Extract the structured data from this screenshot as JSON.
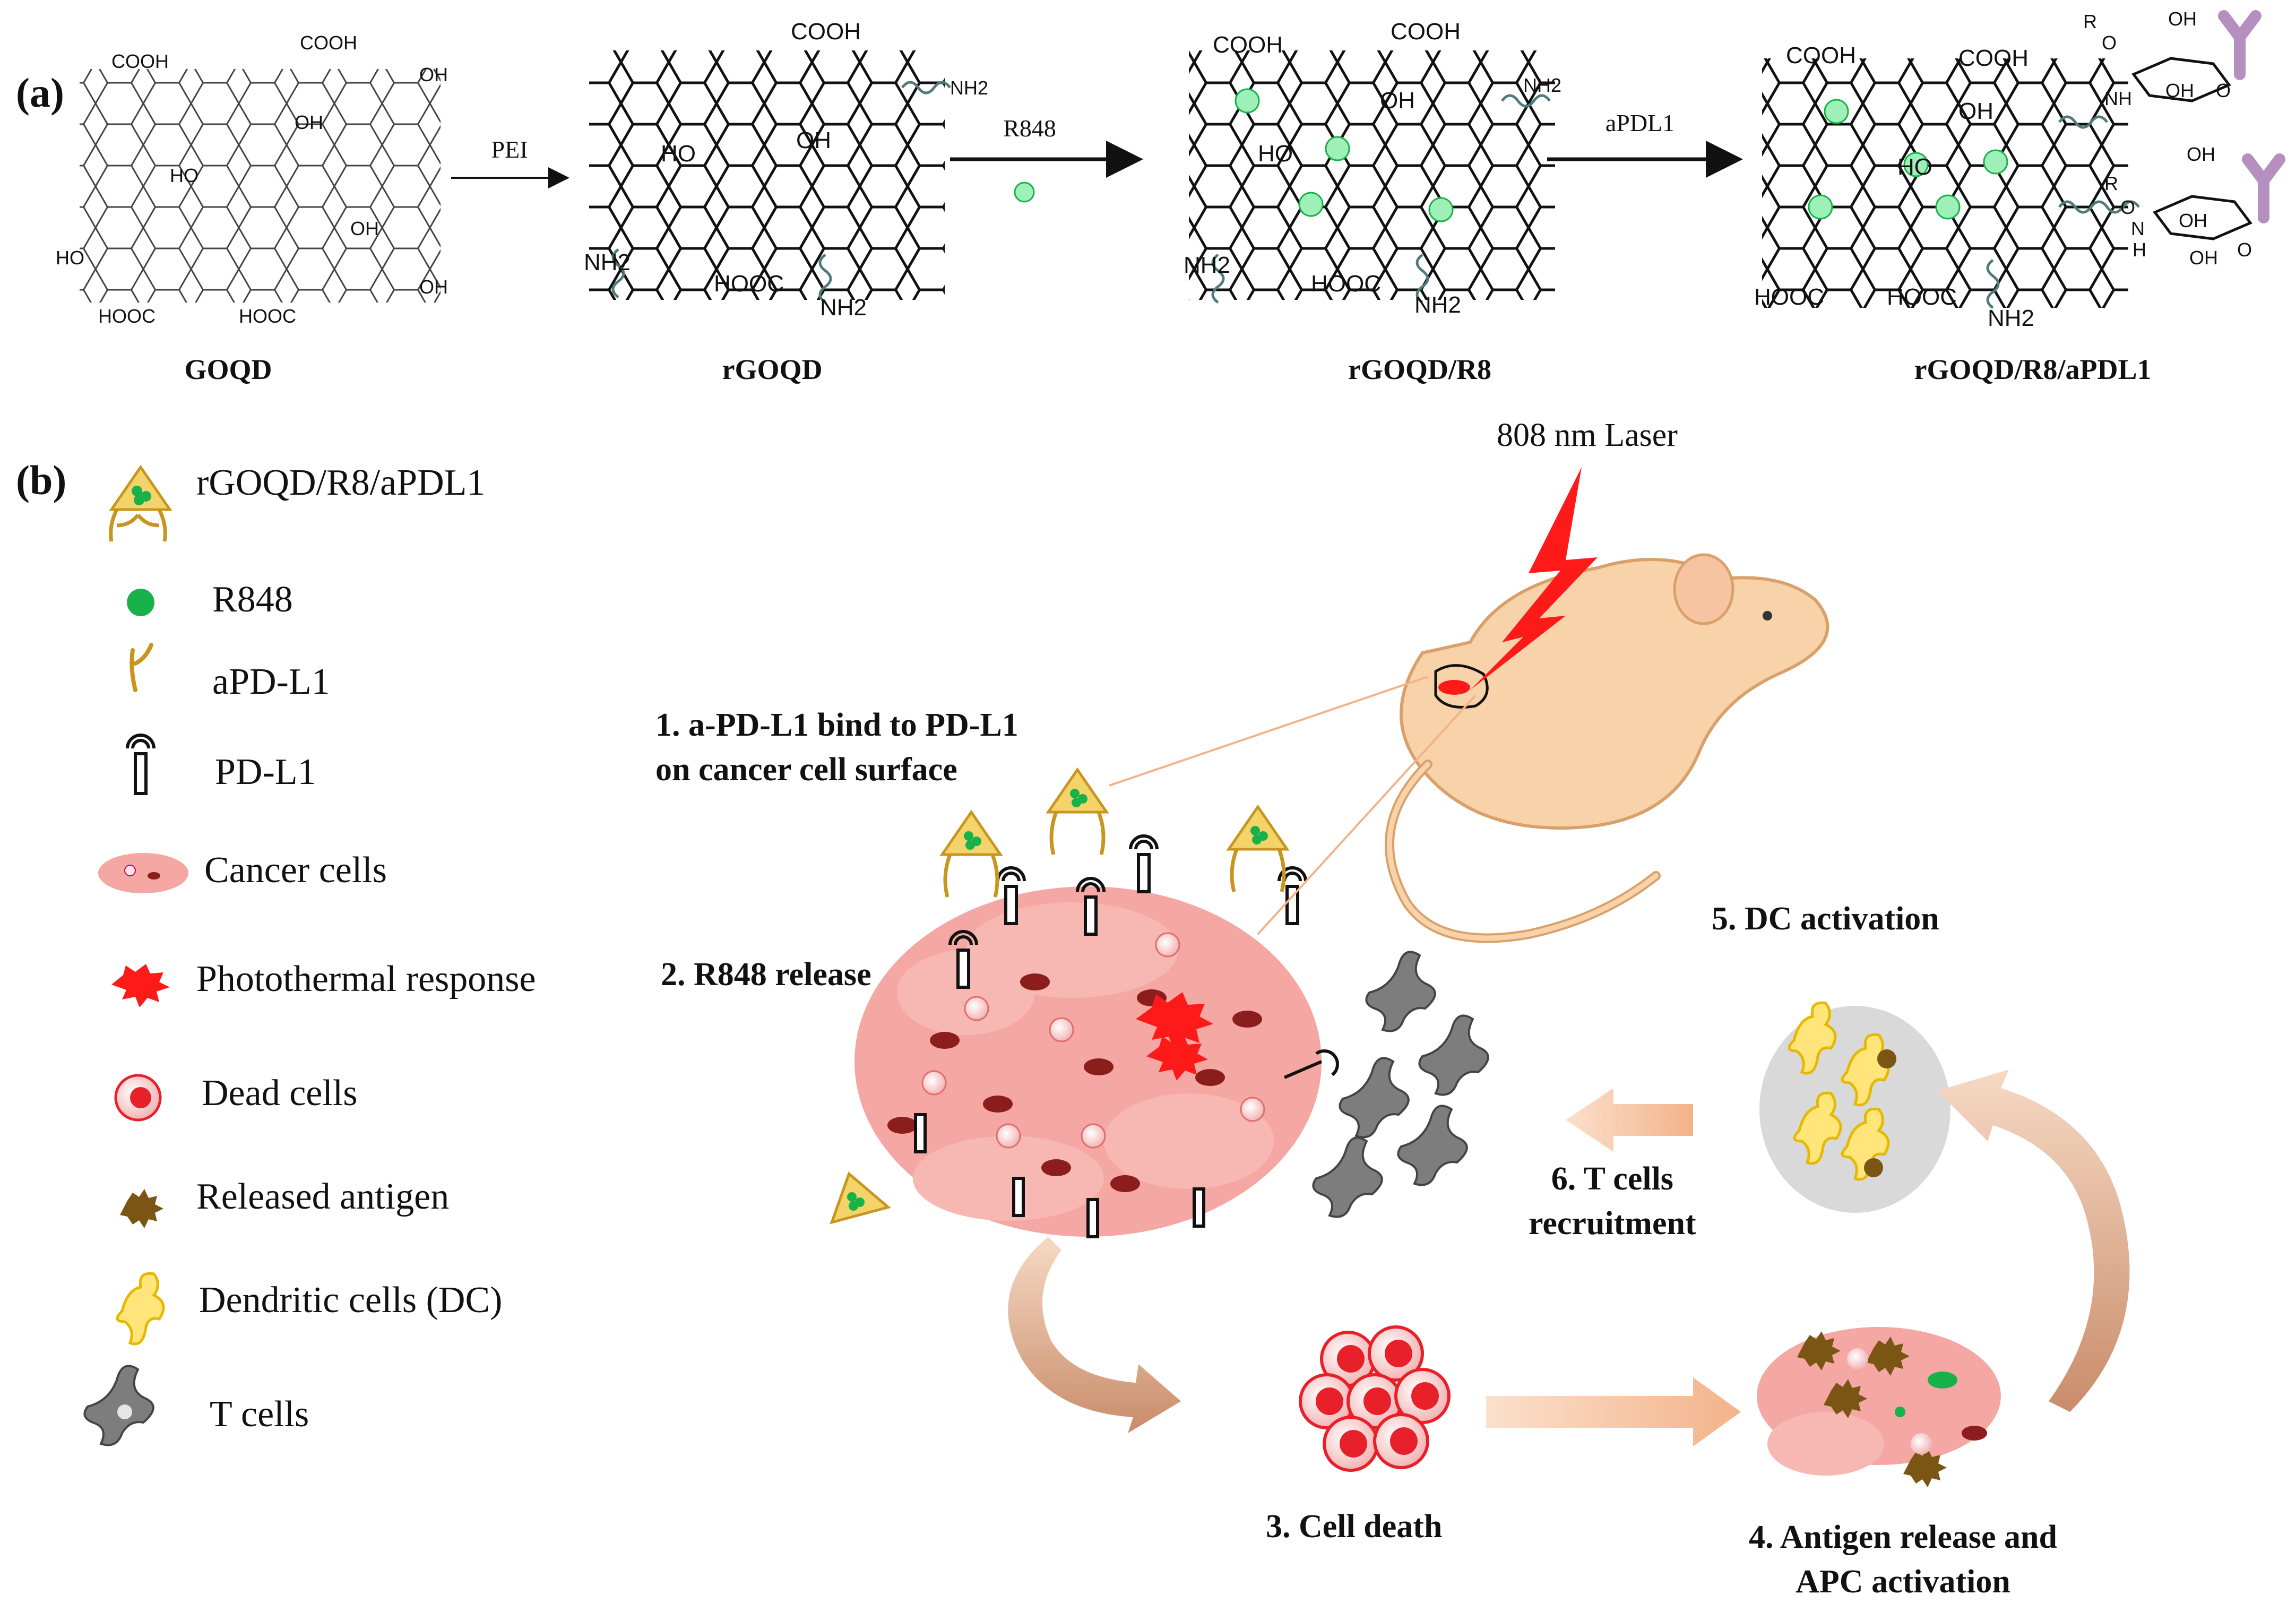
{
  "panel_labels": {
    "a": "(a)",
    "b": "(b)"
  },
  "panel_a": {
    "structures": [
      {
        "name": "GOQD",
        "groups": [
          "COOH",
          "COOH",
          "OH",
          "OH",
          "HO",
          "OH",
          "HO",
          "OH",
          "HOOC",
          "HOOC"
        ]
      },
      {
        "name": "rGOQD",
        "groups": [
          "COOH",
          "NH2",
          "OH",
          "HO",
          "NH2",
          "HOOC",
          "NH2"
        ]
      },
      {
        "name": "rGOQD/R8",
        "groups": [
          "COOH",
          "COOH",
          "NH2",
          "OH",
          "HO",
          "NH2",
          "HOOC",
          "NH2"
        ]
      },
      {
        "name": "rGOQD/R8/aPDL1",
        "groups": [
          "COOH",
          "COOH",
          "OH",
          "R",
          "O",
          "OH",
          "OH",
          "O",
          "NH",
          "HO",
          "OH",
          "R",
          "O",
          "OH",
          "OH",
          "O",
          "N",
          "H",
          "HOOC",
          "HOOC",
          "NH2"
        ]
      }
    ],
    "reagents": [
      "PEI",
      "R848",
      "aPDL1"
    ]
  },
  "legend": [
    {
      "icon": "nanoparticle-icon",
      "label": "rGOQD/R8/aPDL1"
    },
    {
      "icon": "r848-dot-icon",
      "label": "R848"
    },
    {
      "icon": "antibody-icon",
      "label": "aPD-L1"
    },
    {
      "icon": "pdl1-receptor-icon",
      "label": "PD-L1"
    },
    {
      "icon": "cancer-cell-icon",
      "label": "Cancer cells"
    },
    {
      "icon": "photothermal-icon",
      "label": "Photothermal response"
    },
    {
      "icon": "dead-cell-icon",
      "label": "Dead cells"
    },
    {
      "icon": "antigen-icon",
      "label": "Released antigen"
    },
    {
      "icon": "dendritic-cell-icon",
      "label": "Dendritic cells (DC)"
    },
    {
      "icon": "t-cell-icon",
      "label": "T cells"
    }
  ],
  "laser_label": "808 nm Laser",
  "steps": {
    "s1": [
      "1. a-PD-L1 bind to PD-L1",
      "on cancer cell surface"
    ],
    "s2": "2. R848 release",
    "s3": "3. Cell death",
    "s4": [
      "4. Antigen release and",
      "APC activation"
    ],
    "s5": "5. DC activation",
    "s6": [
      "6. T cells",
      "recruitment"
    ]
  },
  "colors": {
    "r848_green": "#19b24a",
    "r848_light": "#9ff0b8",
    "cancer_pink": "#f4a7a3",
    "nucleus_dark": "#8b1d1d",
    "dead_red": "#e8202a",
    "antigen_brown": "#7a5514",
    "dc_yellow": "#ffe57a",
    "t_cell_gray": "#7d7d7d",
    "nanoparticle_yellow": "#f5d36b",
    "antibody_gold": "#c8961e",
    "arrow_peach": "#f6bf9a",
    "mouse_tan": "#f8d2a9",
    "laser_red": "#ff1a1a",
    "antibody_purple": "#b48fc0"
  }
}
